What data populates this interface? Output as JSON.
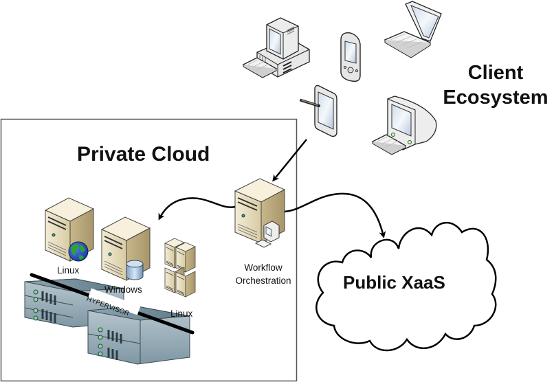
{
  "diagram": {
    "client_ecosystem": {
      "title_line1": "Client",
      "title_line2": "Ecosystem",
      "devices": [
        "desktop-pc",
        "pda",
        "laptop",
        "tablet-with-stylus",
        "crt-monitor-with-keyboard"
      ]
    },
    "private_cloud": {
      "title": "Private Cloud",
      "servers": [
        {
          "label": "Linux",
          "badge": "globe-icon"
        },
        {
          "label": "Windows",
          "badge": "database-icon"
        },
        {
          "label": "Linux",
          "badge": "server-cluster"
        }
      ],
      "hypervisor_label": "HYPERVISOR",
      "orchestrator": {
        "label_line1": "Workflow",
        "label_line2": "Orchestration"
      }
    },
    "public_cloud": {
      "title": "Public XaaS"
    },
    "colors": {
      "server_body": "#e9dfc3",
      "server_shade": "#c9b98f",
      "rack_blue": "#6f8c9a",
      "line": "#000000",
      "box_border": "#555555"
    }
  }
}
